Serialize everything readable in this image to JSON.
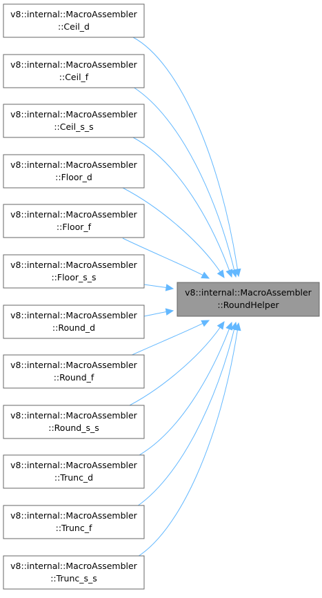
{
  "target": {
    "line1": "v8::internal::MacroAssembler",
    "line2": "::RoundHelper"
  },
  "callers": [
    {
      "line1": "v8::internal::MacroAssembler",
      "line2": "::Ceil_d"
    },
    {
      "line1": "v8::internal::MacroAssembler",
      "line2": "::Ceil_f"
    },
    {
      "line1": "v8::internal::MacroAssembler",
      "line2": "::Ceil_s_s"
    },
    {
      "line1": "v8::internal::MacroAssembler",
      "line2": "::Floor_d"
    },
    {
      "line1": "v8::internal::MacroAssembler",
      "line2": "::Floor_f"
    },
    {
      "line1": "v8::internal::MacroAssembler",
      "line2": "::Floor_s_s"
    },
    {
      "line1": "v8::internal::MacroAssembler",
      "line2": "::Round_d"
    },
    {
      "line1": "v8::internal::MacroAssembler",
      "line2": "::Round_f"
    },
    {
      "line1": "v8::internal::MacroAssembler",
      "line2": "::Round_s_s"
    },
    {
      "line1": "v8::internal::MacroAssembler",
      "line2": "::Trunc_d"
    },
    {
      "line1": "v8::internal::MacroAssembler",
      "line2": "::Trunc_f"
    },
    {
      "line1": "v8::internal::MacroAssembler",
      "line2": "::Trunc_s_s"
    }
  ],
  "colors": {
    "edge": "#63b8ff",
    "target_fill": "#999999",
    "box_border": "#666666",
    "caller_fill": "#ffffff"
  }
}
